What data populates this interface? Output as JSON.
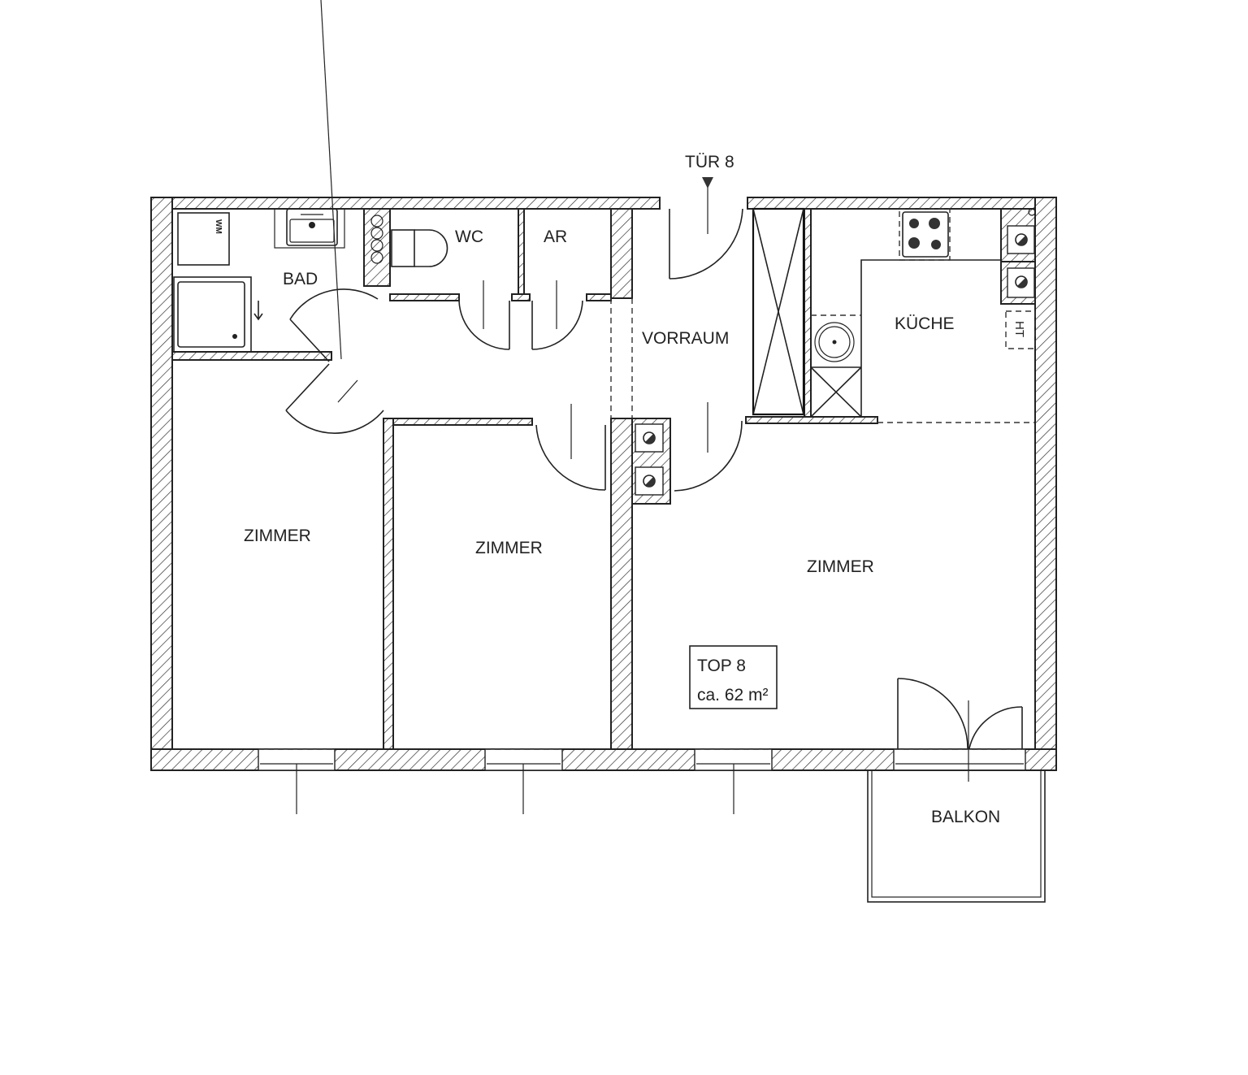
{
  "plan": {
    "entrance_label": "TÜR 8",
    "rooms": {
      "bath": "BAD",
      "wc": "WC",
      "storage": "AR",
      "hallway": "VORRAUM",
      "kitchen": "KÜCHE",
      "room_1": "ZIMMER",
      "room_2": "ZIMMER",
      "room_3": "ZIMMER",
      "balcony": "BALKON"
    },
    "fixtures": {
      "washing_machine": "WM",
      "water_heater": "HT"
    },
    "unit_box": {
      "unit": "TOP 8",
      "area": "ca. 62 m²"
    }
  }
}
